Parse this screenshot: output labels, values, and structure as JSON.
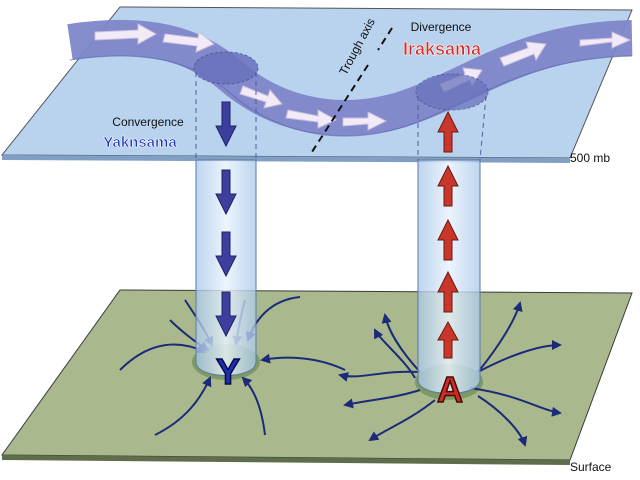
{
  "labels": {
    "upper_level": "500 mb",
    "surface": "Surface",
    "trough_axis": "Trough axis",
    "convergence_heading": "Convergence",
    "convergence_name": "Yaknsama",
    "divergence_heading": "Divergence",
    "divergence_name": "Iraksama",
    "low_symbol": "Y",
    "high_symbol": "A"
  },
  "colors": {
    "upper_plane": "#b9d3ee",
    "surface_plane": "#a9b98d",
    "jet_stream": "#7e86c9",
    "convergence_text": "#1a2fb8",
    "divergence_text": "#d42a1f",
    "descending_arrows": "#3c3f9e",
    "ascending_arrows": "#c8372a",
    "surface_wind_arrows": "#1c2a7a"
  }
}
